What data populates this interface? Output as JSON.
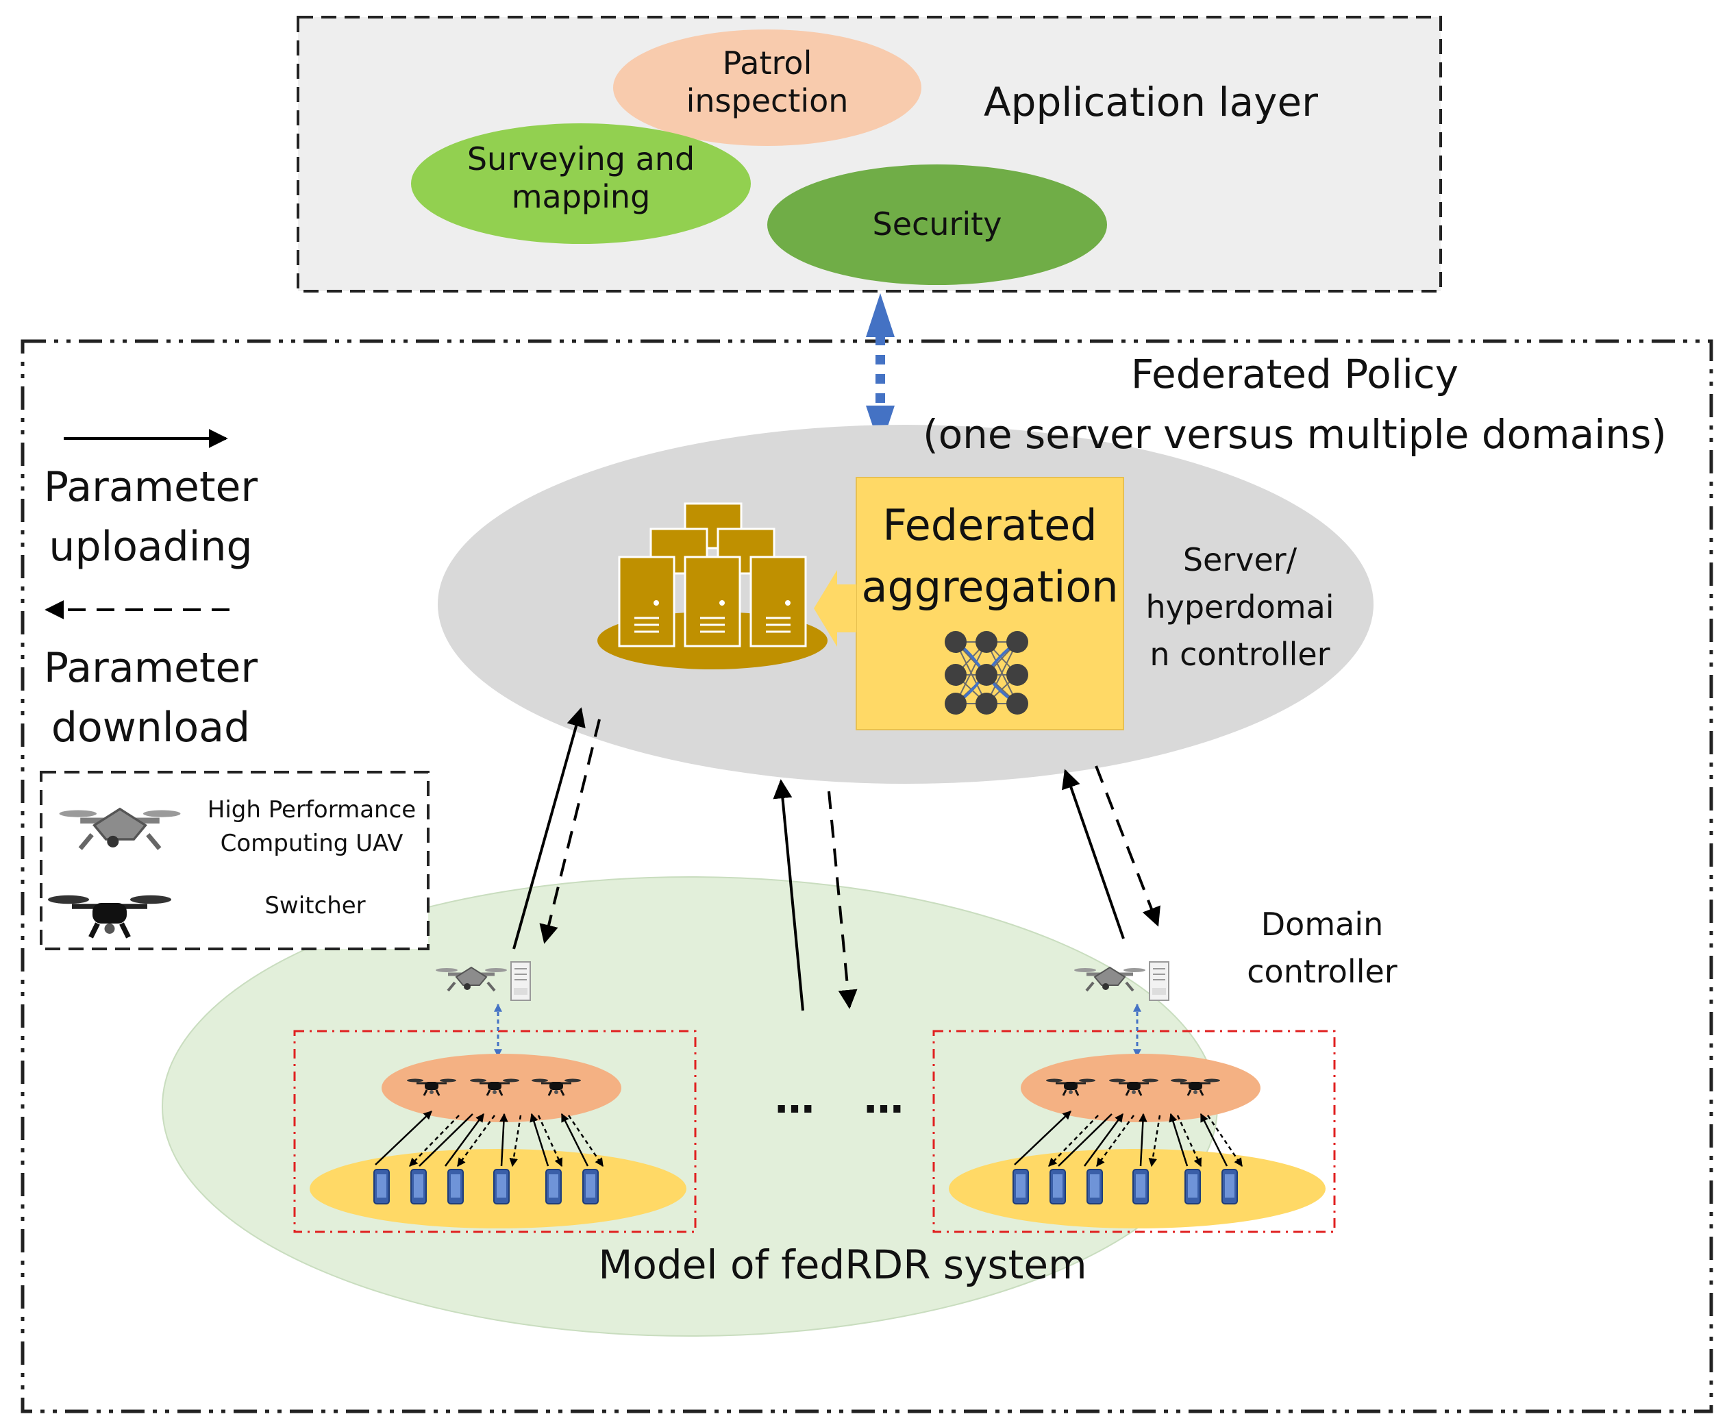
{
  "application_layer": {
    "title": "Application layer",
    "apps": [
      {
        "label": "Patrol\ninspection",
        "color": "#f8cbad"
      },
      {
        "label": "Surveying and\nmapping",
        "color": "#92d050"
      },
      {
        "label": "Security",
        "color": "#70ad47"
      }
    ]
  },
  "federated_policy": {
    "title": "Federated Policy",
    "subtitle": "(one server versus multiple domains)"
  },
  "server": {
    "aggregation_label": "Federated\naggregation",
    "controller_label": "Server/\nhyperdomai\nn controller"
  },
  "legend": {
    "upload_label": "Parameter\nuploading",
    "download_label": "Parameter\ndownload",
    "hpc_uav_label": "High Performance\nComputing UAV",
    "switcher_label": "Switcher"
  },
  "domain": {
    "controller_label": "Domain\ncontroller",
    "ellipsis_left": "…",
    "ellipsis_right": "…",
    "system_label": "Model of fedRDR system"
  },
  "colors": {
    "app_panel_bg": "#eeeeee",
    "server_ellipse": "#d9d9d9",
    "aggregation_box": "#ffd966",
    "server_stack": "#bf9000",
    "domain_ellipse": "#e2efda",
    "uav_layer": "#f4b183",
    "device_layer": "#ffd966",
    "device": "#4472c4",
    "link_arrow": "#4472c4",
    "cluster_border": "#e02020"
  }
}
